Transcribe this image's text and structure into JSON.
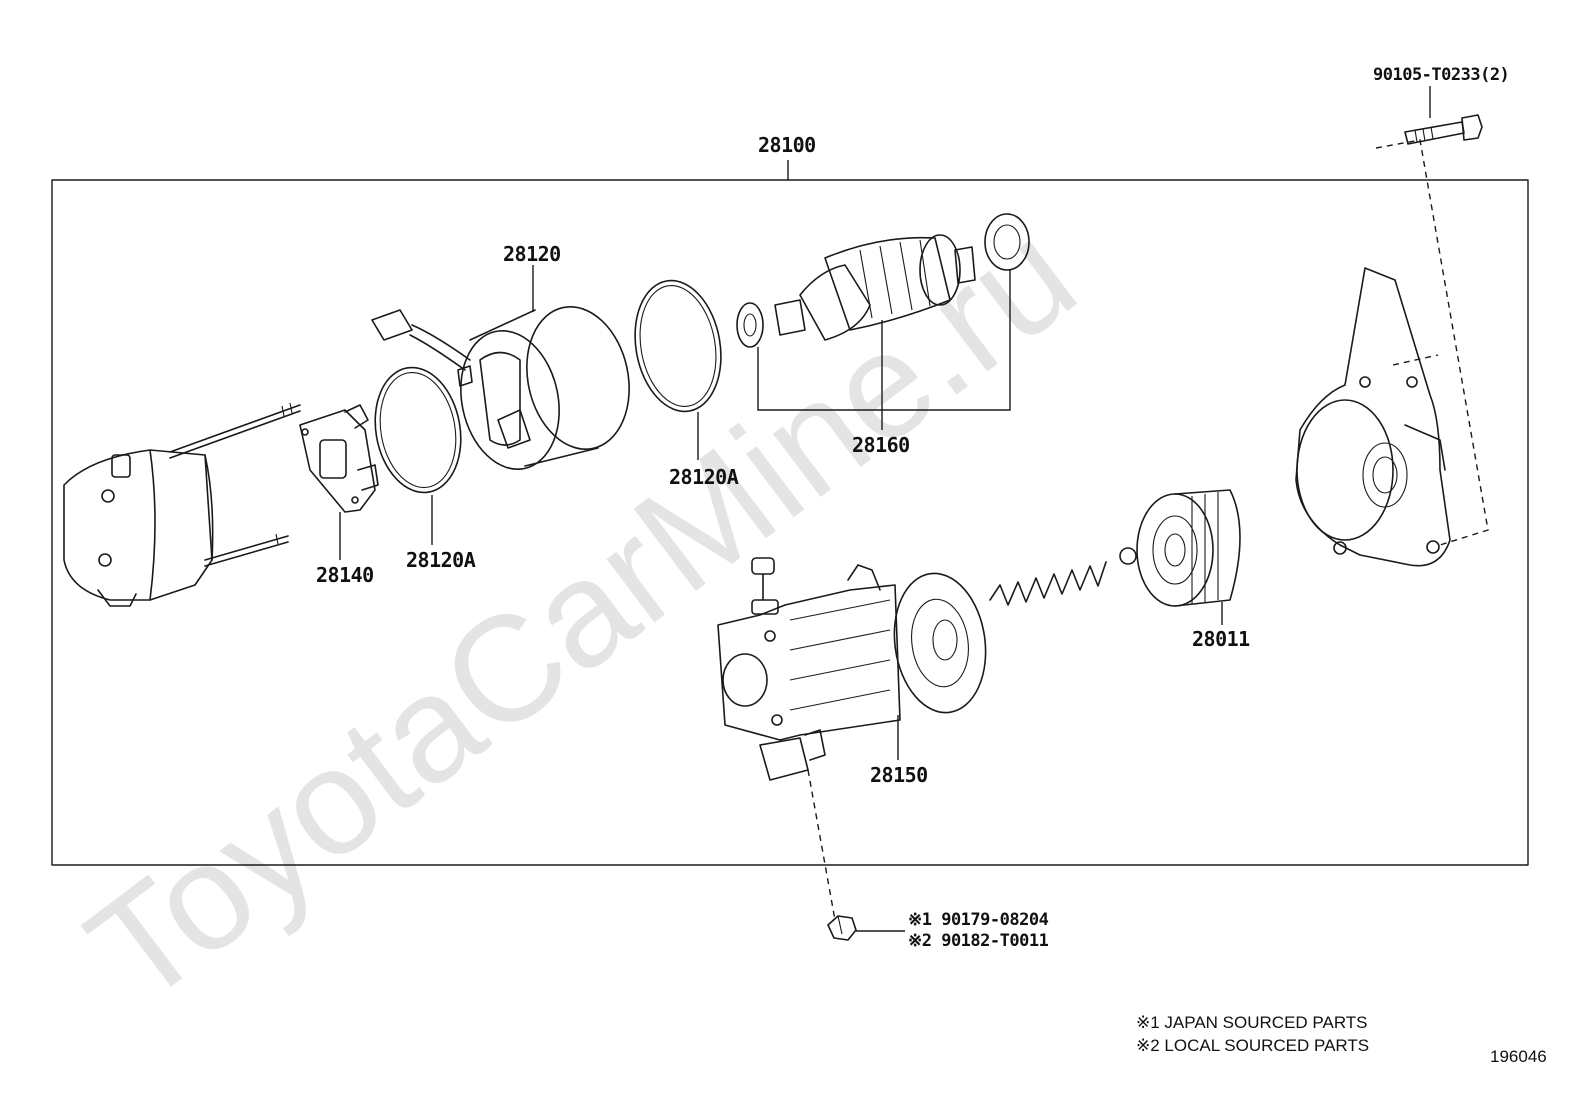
{
  "watermark": "ToyotaCarMine.ru",
  "parts": {
    "assembly": "28100",
    "bolt": "90105-T0233(2)",
    "field_frame": "28120",
    "o_ring_upper": "28120A",
    "o_ring_lower": "28120A",
    "brush_holder": "28140",
    "armature": "28160",
    "clutch": "28011",
    "magnetic_switch": "28150",
    "nut_option_1": "※1 90179-08204",
    "nut_option_2": "※2 90182-T0011"
  },
  "notes": {
    "japan": "※1 JAPAN SOURCED PARTS",
    "local": "※2 LOCAL SOURCED PARTS"
  },
  "illustration_id": "196046"
}
